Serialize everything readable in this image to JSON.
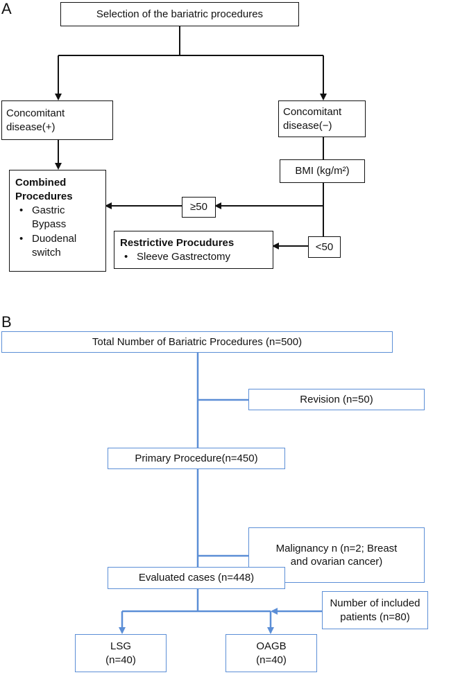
{
  "panel_a": {
    "label": "A",
    "selection": "Selection of the bariatric procedures",
    "concomitant_pos": [
      "Concomitant",
      "disease(+)"
    ],
    "concomitant_neg": [
      "Concomitant",
      "disease(−)"
    ],
    "bmi": "BMI (kg/m²)",
    "ge50": "≥50",
    "lt50": "<50",
    "combined": {
      "title": [
        "Combined",
        "Procedures"
      ],
      "items": [
        [
          "Gastric",
          "Bypass"
        ],
        [
          "Duodenal",
          "switch"
        ]
      ],
      "bullet": "•"
    },
    "restrictive": {
      "title": "Restrictive Procudures",
      "item": "Sleeve Gastrectomy",
      "bullet": "•"
    }
  },
  "panel_b": {
    "label": "B",
    "total": "Total Number of Bariatric Procedures (n=500)",
    "revision": "Revision (n=50)",
    "primary": "Primary Procedure(n=450)",
    "malignancy": [
      "Malignancy n (n=2; Breast",
      "and ovarian cancer)"
    ],
    "evaluated": "Evaluated cases (n=448)",
    "included": [
      "Number of included",
      "patients (n=80)"
    ],
    "lsg": [
      "LSG",
      "(n=40)"
    ],
    "oagb": [
      "OAGB",
      "(n=40)"
    ]
  },
  "colors": {
    "black_lines": "#111111",
    "blue_lines": "#5b8ed6"
  }
}
